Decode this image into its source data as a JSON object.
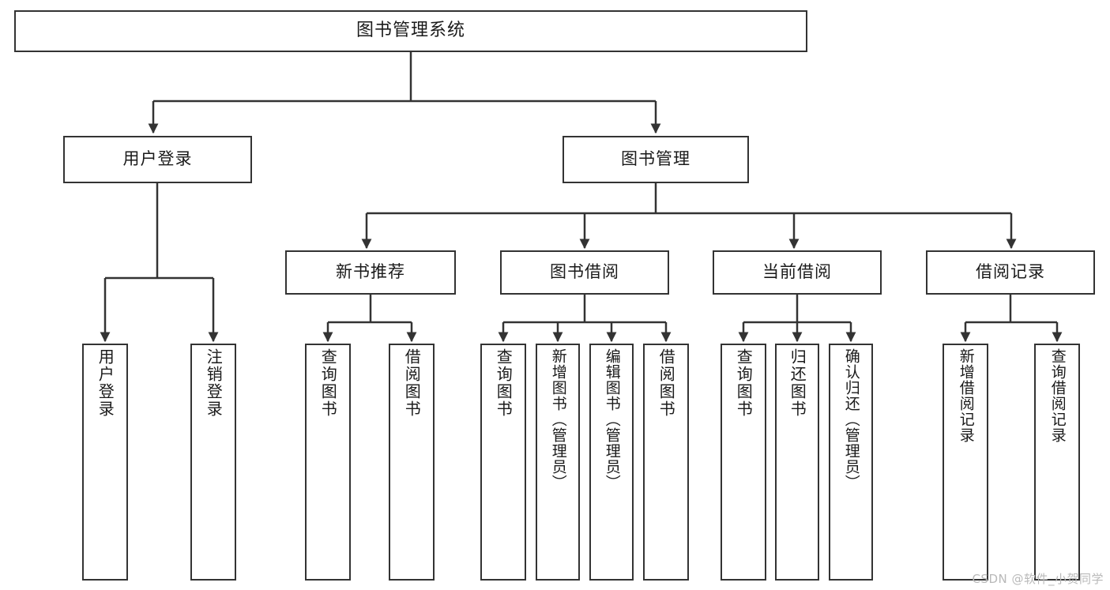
{
  "diagram": {
    "title": "图书管理系统",
    "type": "tree-hierarchy",
    "orientation": "top-down",
    "colors": {
      "border": "#333333",
      "fill": "#ffffff",
      "text": "#1a1a1a",
      "edge": "#333333",
      "watermark": "#b9b9b9",
      "background": "#ffffff"
    }
  },
  "watermark": {
    "text": "CSDN @软件_小贺同学"
  },
  "nodes": {
    "root": {
      "label": "图书管理系统"
    },
    "level1": [
      {
        "id": "user-login",
        "label": "用户登录"
      },
      {
        "id": "book-manage",
        "label": "图书管理"
      }
    ],
    "level2": [
      {
        "id": "new-book-recommend",
        "label": "新书推荐"
      },
      {
        "id": "book-borrow",
        "label": "图书借阅"
      },
      {
        "id": "current-borrow",
        "label": "当前借阅"
      },
      {
        "id": "borrow-record",
        "label": "借阅记录"
      }
    ],
    "leaves": {
      "user_login": [
        {
          "id": "leaf-user-login",
          "label": "用户登录"
        },
        {
          "id": "leaf-logout-login",
          "label": "注销登录"
        }
      ],
      "new_book_recommend": [
        {
          "id": "leaf-query-book-1",
          "label": "查询图书"
        },
        {
          "id": "leaf-borrow-book-1",
          "label": "借阅图书"
        }
      ],
      "book_borrow": [
        {
          "id": "leaf-query-book-2",
          "label": "查询图书"
        },
        {
          "id": "leaf-add-book",
          "label": "新增图书（管理员）"
        },
        {
          "id": "leaf-edit-book",
          "label": "编辑图书（管理员）"
        },
        {
          "id": "leaf-borrow-book-2",
          "label": "借阅图书"
        }
      ],
      "current_borrow": [
        {
          "id": "leaf-query-book-3",
          "label": "查询图书"
        },
        {
          "id": "leaf-return-book",
          "label": "归还图书"
        },
        {
          "id": "leaf-confirm-return",
          "label": "确认归还（管理员）"
        }
      ],
      "borrow_record": [
        {
          "id": "leaf-add-record",
          "label": "新增借阅记录"
        },
        {
          "id": "leaf-query-record",
          "label": "查询借阅记录"
        }
      ]
    }
  }
}
